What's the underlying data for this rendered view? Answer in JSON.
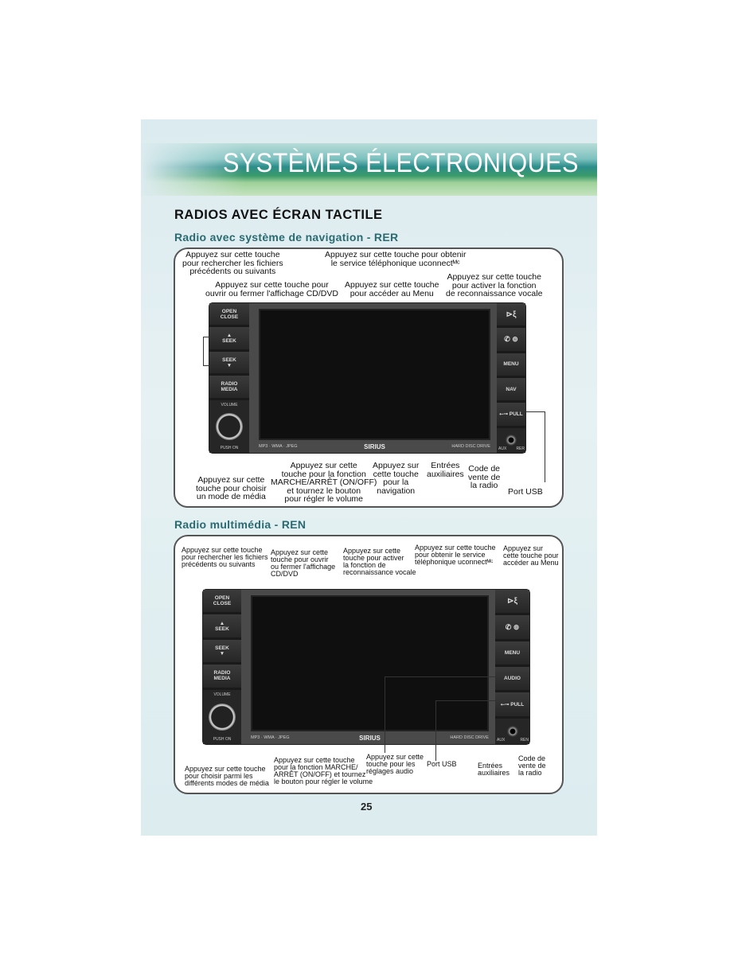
{
  "header": {
    "title": "SYSTÈMES ÉLECTRONIQUES"
  },
  "section_title": "RADIOS AVEC ÉCRAN TACTILE",
  "rer": {
    "subtitle": "Radio avec système de navigation - RER",
    "labels": {
      "seek": "Appuyez sur cette touche\npour rechercher les fichiers\nprécédents ou suivants",
      "phone": "Appuyez sur cette touche pour obtenir\nle service téléphonique uconnectᴹᶜ",
      "open": "Appuyez sur cette touche pour\nouvrir ou fermer l'affichage CD/DVD",
      "menu": "Appuyez sur cette touche\npour accéder au Menu",
      "voice": "Appuyez sur cette touche\npour activer la fonction\nde reconnaissance vocale",
      "media": "Appuyez sur cette\ntouche pour choisir\nun mode de média",
      "volume": "Appuyez sur cette\ntouche pour la fonction\nMARCHE/ARRÊT (ON/OFF)\net tournez le bouton\npour régler le volume",
      "nav": "Appuyez sur\ncette touche\npour la\nnavigation",
      "aux": "Entrées\nauxiliaires",
      "code": "Code de\nvente de\nla radio",
      "usb": "Port USB"
    },
    "buttons": {
      "open": "OPEN\nCLOSE",
      "seek_up": "▲\nSEEK",
      "seek_down": "SEEK\n▼",
      "radio_media": "RADIO\nMEDIA",
      "volume": "VOLUME",
      "push_on": "PUSH ON",
      "voice": "⊳ξ",
      "phone": "✆ ⊚",
      "menu": "MENU",
      "nav": "NAV",
      "usb": "⭠⊸ PULL",
      "aux": "AUX",
      "code": "RER"
    },
    "strip": {
      "left": "MP3 · WMA · JPEG",
      "brand": "SIRIUS",
      "right": "HARD DISC DRIVE"
    }
  },
  "ren": {
    "subtitle": "Radio multimédia - REN",
    "labels": {
      "seek": "Appuyez sur cette touche\npour rechercher les fichiers\nprécédents ou suivants",
      "open": "Appuyez sur cette\ntouche pour ouvrir\nou fermer l'affichage\nCD/DVD",
      "voice": "Appuyez sur cette\ntouche pour activer\nla fonction de\nreconnaissance vocale",
      "phone": "Appuyez sur cette touche\npour obtenir le service\ntéléphonique uconnectᴹᶜ",
      "menu": "Appuyez sur\ncette touche pour\naccéder au Menu",
      "media": "Appuyez sur cette touche\npour choisir parmi les\ndifférents modes de média",
      "volume": "Appuyez sur cette touche\npour la fonction MARCHE/\nARRÊT (ON/OFF) et tournez\nle bouton pour régler le volume",
      "audio": "Appuyez sur cette\ntouche pour les\nréglages audio",
      "usb": "Port USB",
      "aux": "Entrées\nauxiliaires",
      "code": "Code de\nvente de\nla radio"
    },
    "buttons": {
      "open": "OPEN\nCLOSE",
      "seek_up": "▲\nSEEK",
      "seek_down": "SEEK\n▼",
      "radio_media": "RADIO\nMEDIA",
      "volume": "VOLUME",
      "push_on": "PUSH ON",
      "voice": "⊳ξ",
      "phone": "✆ ⊚",
      "menu": "MENU",
      "audio": "AUDIO",
      "usb": "⭠⊸ PULL",
      "aux": "AUX",
      "code": "REN"
    },
    "strip": {
      "left": "MP3 · WMA · JPEG",
      "brand": "SIRIUS",
      "right": "HARD DISC DRIVE"
    }
  },
  "page_number": "25"
}
